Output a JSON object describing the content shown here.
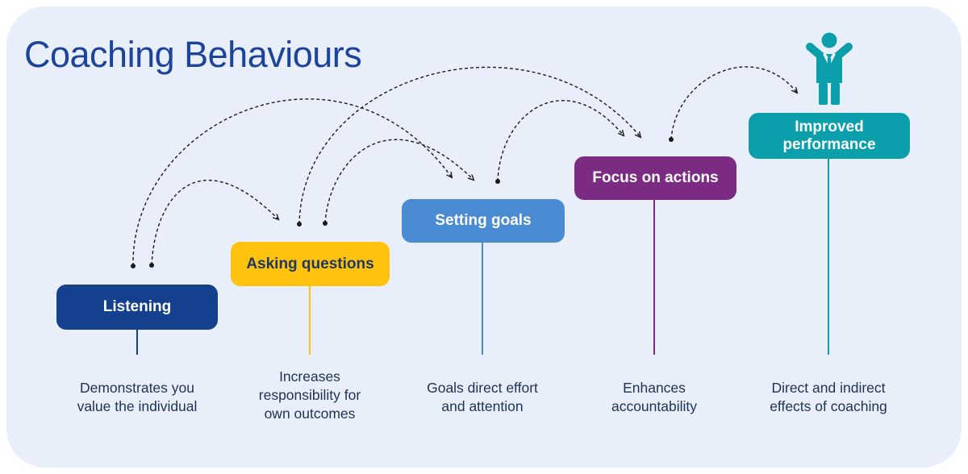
{
  "title": "Coaching Behaviours",
  "colors": {
    "card_bg": "#e9effa",
    "title": "#1c449b",
    "arrow": "#1a1a1a",
    "description_text": "#203354"
  },
  "steps": [
    {
      "id": "listening",
      "label": "Listening",
      "description": "Demonstrates you value the individual",
      "color": "#14408e",
      "label_color": "#ffffff"
    },
    {
      "id": "asking-questions",
      "label": "Asking questions",
      "description": "Increases responsibility for own outcomes",
      "color": "#ffc20e",
      "label_color": "#1f3864"
    },
    {
      "id": "setting-goals",
      "label": "Setting goals",
      "description": "Goals direct effort and attention",
      "color": "#4a8cd3",
      "label_color": "#ffffff"
    },
    {
      "id": "focus-on-actions",
      "label": "Focus on actions",
      "description": "Enhances accountability",
      "color": "#7c2b82",
      "label_color": "#ffffff"
    },
    {
      "id": "improved-performance",
      "label": "Improved performance",
      "description": "Direct and indirect effects of coaching",
      "color": "#0a9fab",
      "label_color": "#ffffff"
    }
  ],
  "connections": [
    {
      "from": "listening",
      "to": "asking-questions"
    },
    {
      "from": "listening",
      "to": "setting-goals"
    },
    {
      "from": "asking-questions",
      "to": "setting-goals"
    },
    {
      "from": "asking-questions",
      "to": "focus-on-actions"
    },
    {
      "from": "setting-goals",
      "to": "focus-on-actions"
    },
    {
      "from": "focus-on-actions",
      "to": "improved-performance"
    }
  ],
  "person_icon": {
    "name": "celebrating-person-icon",
    "color": "#0a9fab"
  }
}
